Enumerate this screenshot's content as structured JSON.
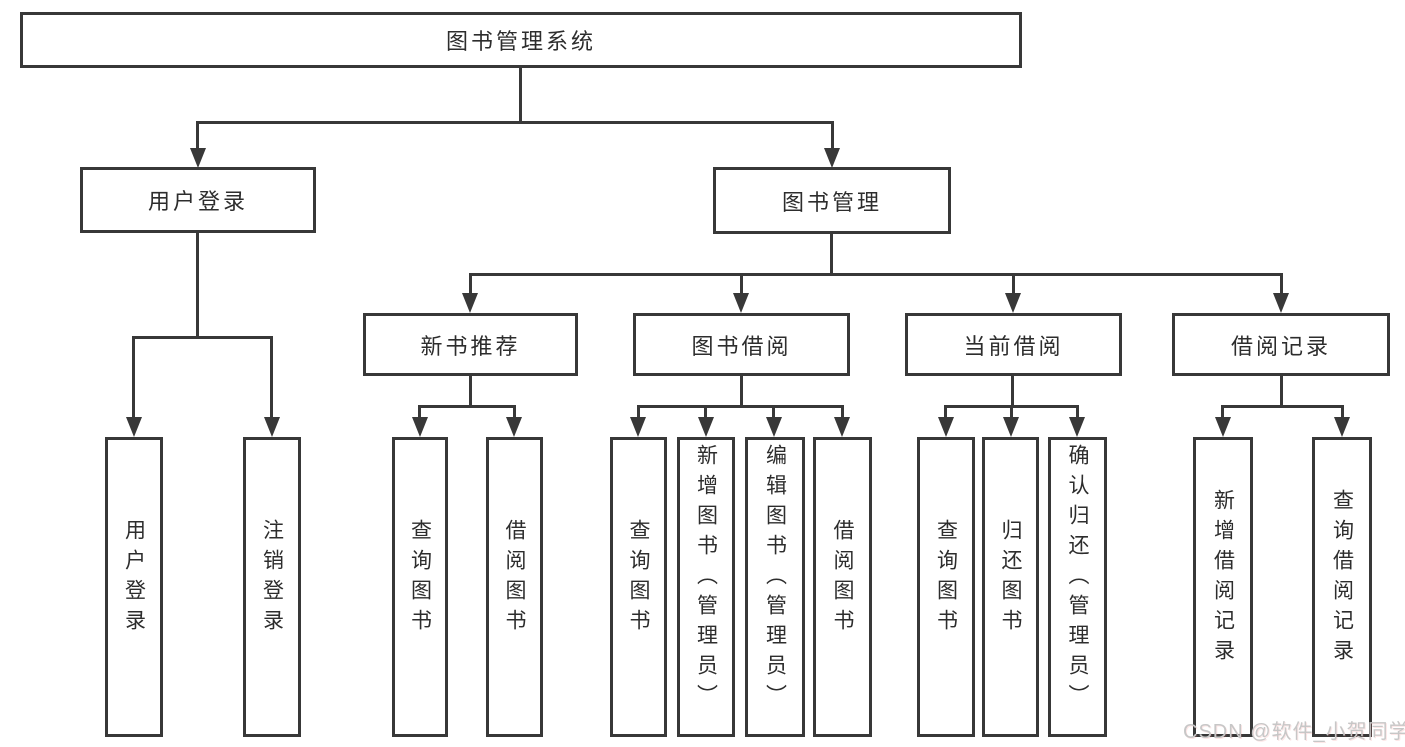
{
  "root": {
    "label": "图书管理系统"
  },
  "level2": [
    {
      "label": "用户登录"
    },
    {
      "label": "图书管理"
    }
  ],
  "level3": [
    {
      "label": "新书推荐"
    },
    {
      "label": "图书借阅"
    },
    {
      "label": "当前借阅"
    },
    {
      "label": "借阅记录"
    }
  ],
  "level4": {
    "user_login": [
      {
        "label": "用户登录"
      },
      {
        "label": "注销登录"
      }
    ],
    "new_book": [
      {
        "label": "查询图书"
      },
      {
        "label": "借阅图书"
      }
    ],
    "book_borrow": [
      {
        "label": "查询图书"
      },
      {
        "label": "新增图书（管理员）"
      },
      {
        "label": "编辑图书（管理员）"
      },
      {
        "label": "借阅图书"
      }
    ],
    "current_borrow": [
      {
        "label": "查询图书"
      },
      {
        "label": "归还图书"
      },
      {
        "label": "确认归还（管理员）"
      }
    ],
    "borrow_records": [
      {
        "label": "新增借阅记录"
      },
      {
        "label": "查询借阅记录"
      }
    ]
  },
  "watermark": {
    "text": "CSDN @软件_小贺同学"
  },
  "colors": {
    "line": "#383838",
    "text": "#2d2d2d",
    "box_bg": "#ffffff",
    "watermark": "#c7c7c7"
  }
}
